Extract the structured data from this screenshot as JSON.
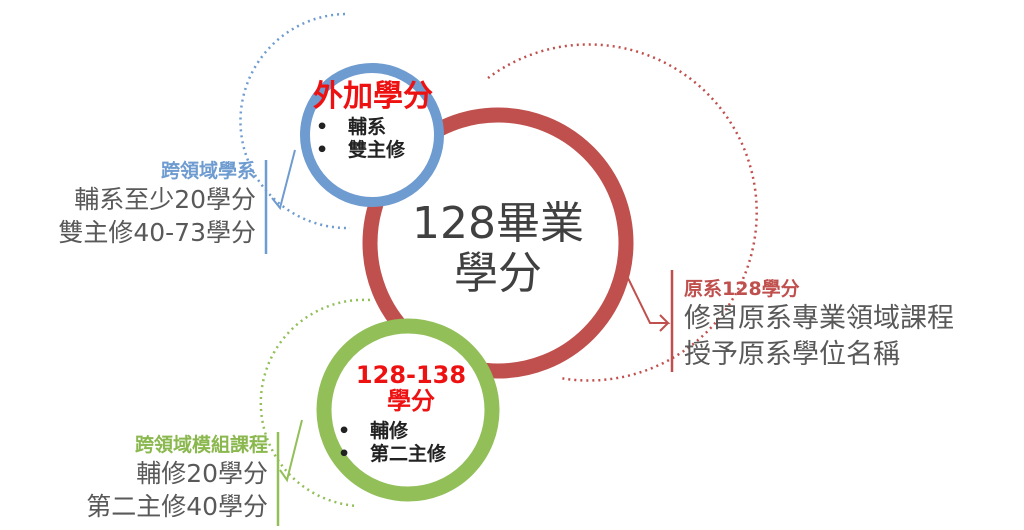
{
  "center": {
    "line1": "128畢業",
    "line2": "學分"
  },
  "blue_circle": {
    "title": "外加學分",
    "items": [
      "輔系",
      "雙主修"
    ]
  },
  "green_circle": {
    "title_line1": "128-138",
    "title_line2": "學分",
    "items": [
      "輔修",
      "第二主修"
    ]
  },
  "left_top_label": {
    "heading": "跨領域學系",
    "lines": [
      "輔系至少20學分",
      "雙主修40-73學分"
    ]
  },
  "left_bottom_label": {
    "heading": "跨領域模組課程",
    "lines": [
      "輔修20學分",
      "第二主修40學分"
    ]
  },
  "right_label": {
    "heading": "原系128學分",
    "lines": [
      "修習原系專業領域課程",
      "授予原系學位名稱"
    ]
  },
  "bullet_symbol": "•",
  "colors": {
    "red": "#c0504d",
    "blue": "#6e9bd0",
    "green": "#92bf58",
    "title_red": "#ee1111"
  }
}
